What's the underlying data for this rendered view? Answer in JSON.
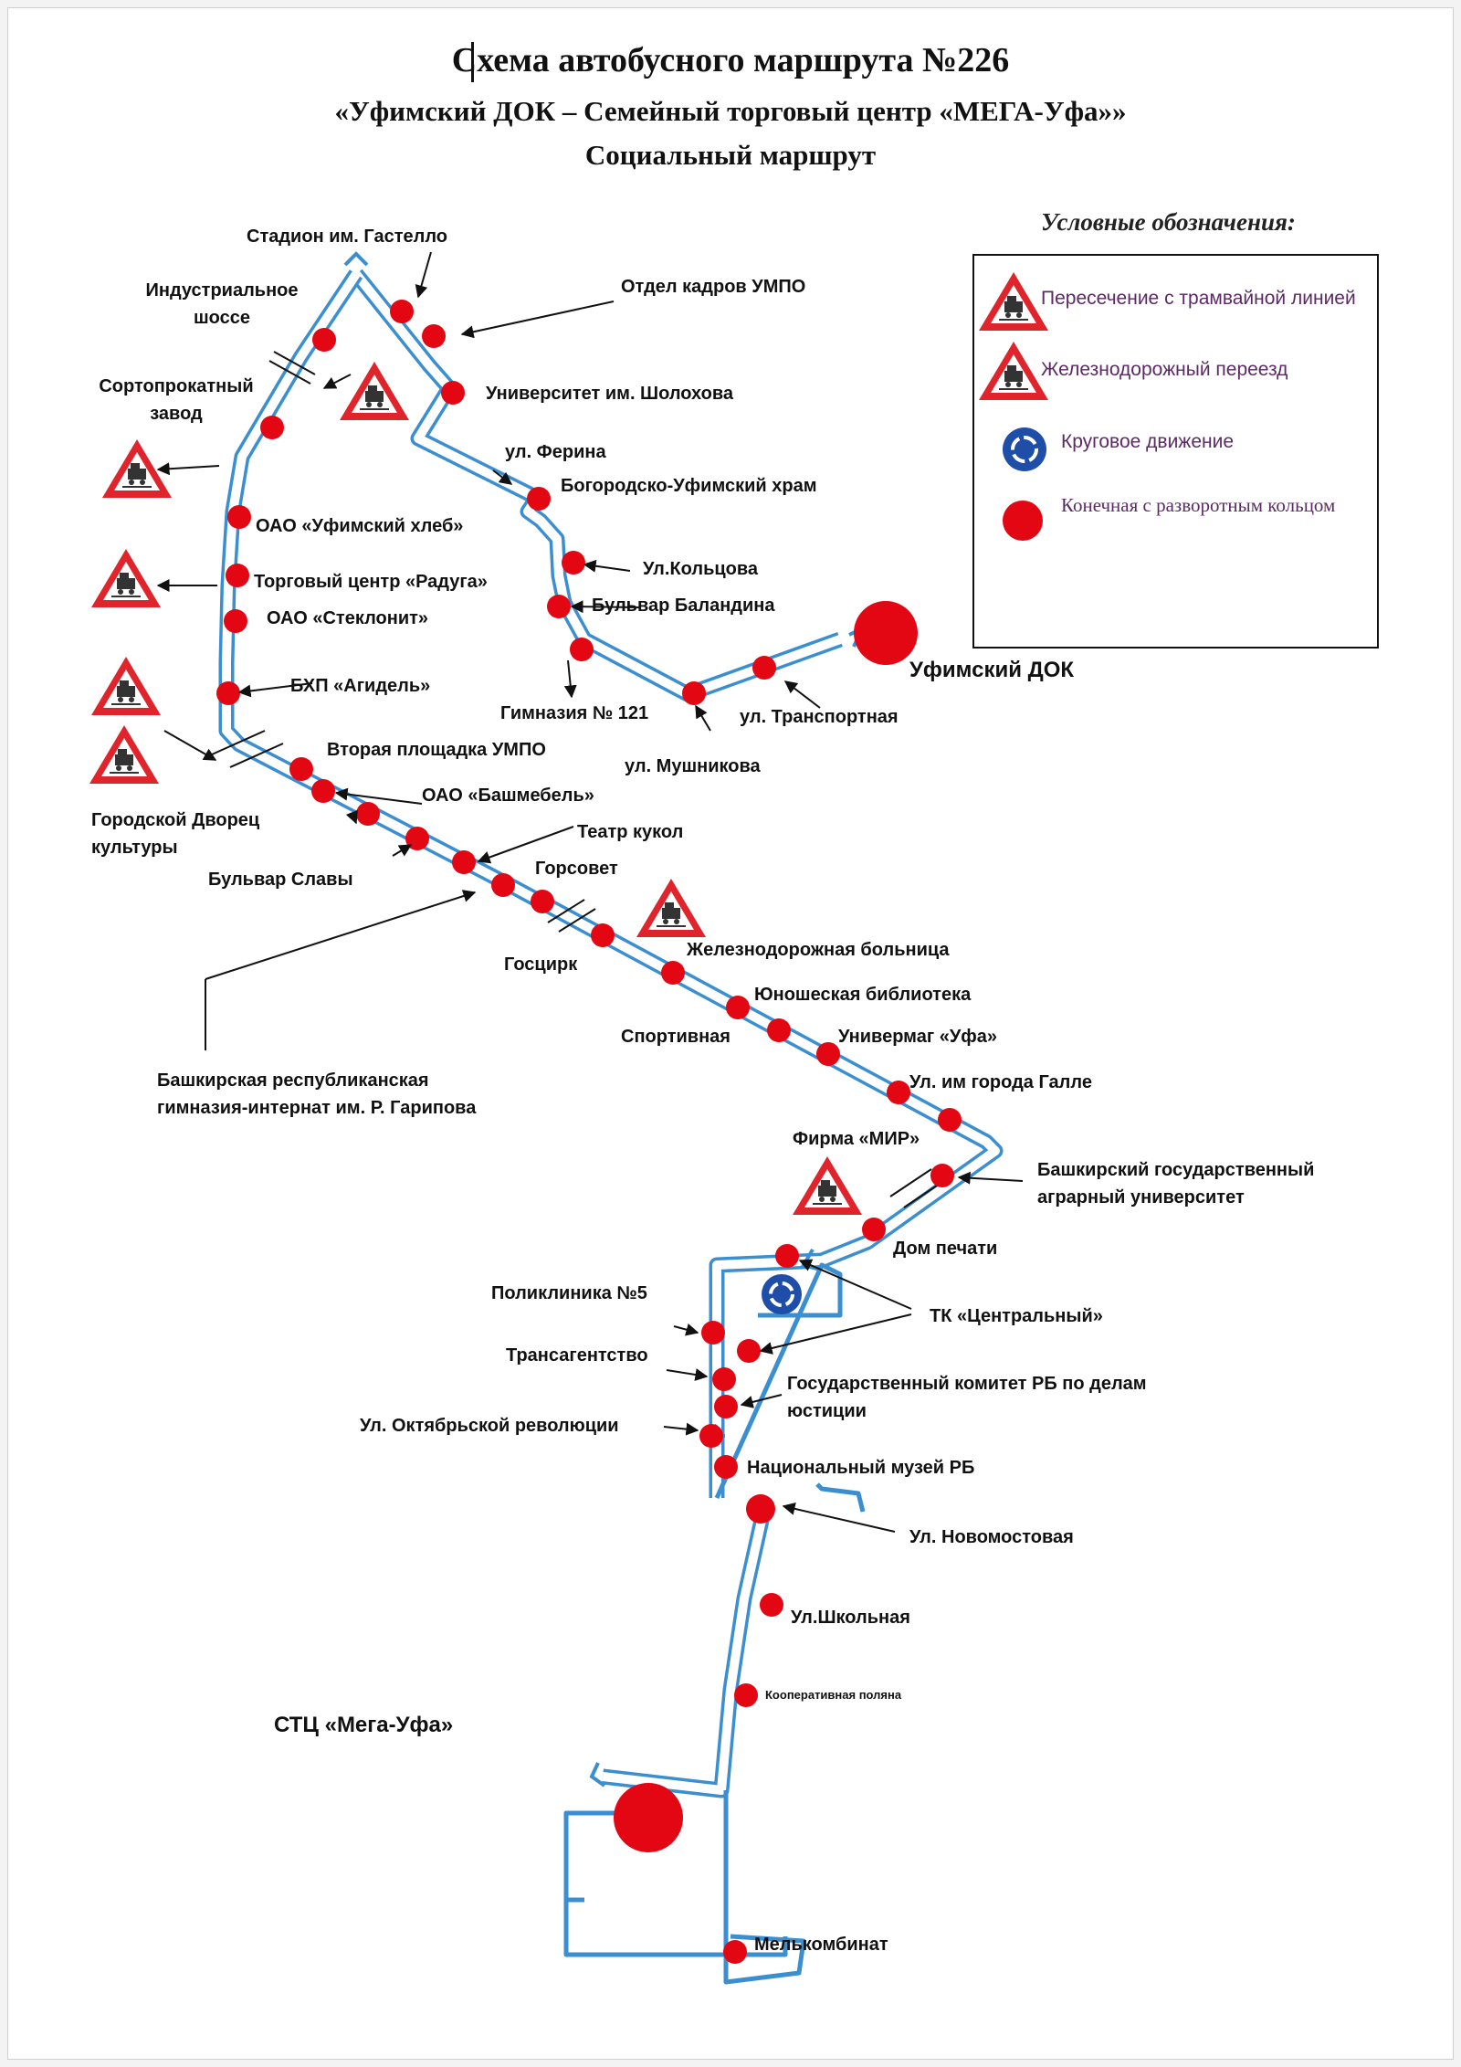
{
  "header": {
    "title": "Схема автобусного маршрута №226",
    "subtitle": "«Уфимский ДОК – Семейный торговый центр «МЕГА-Уфа»»",
    "type": "Социальный маршрут"
  },
  "legend": {
    "title": "Условные обозначения:",
    "items": [
      {
        "label": "Пересечение с трамвайной линией",
        "icon": "tram-crossing-icon"
      },
      {
        "label": "Железнодорожный переезд",
        "icon": "railway-crossing-icon"
      },
      {
        "label": "Круговое движение",
        "icon": "roundabout-icon"
      },
      {
        "label": "Конечная с разворотным кольцом",
        "icon": "terminal-loop-icon"
      }
    ]
  },
  "colors": {
    "route": "#3b8fd1",
    "stop": "#e30613",
    "warning": "#e0242b"
  },
  "terminals": [
    "Уфимский ДОК",
    "СТЦ «Мега-Уфа»"
  ],
  "stops": [
    "Стадион им. Гастелло",
    "Индустриальное шоссе",
    "Отдел кадров УМПО",
    "Университет им. Шолохова",
    "Сортопрокатный завод",
    "ул. Ферина",
    "Богородско-Уфимский храм",
    "ОАО «Уфимский хлеб»",
    "Ул.Кольцова",
    "Торговый центр «Радуга»",
    "ОАО «Стеклонит»",
    "Бульвар Баландина",
    "БХП «Агидель»",
    "Гимназия № 121",
    "ул. Транспортная",
    "ул. Мушникова",
    "Вторая площадка УМПО",
    "ОАО «Башмебель»",
    "Городской Дворец культуры",
    "Театр кукол",
    "Бульвар Славы",
    "Горсовет",
    "Госцирк",
    "Железнодорожная больница",
    "Юношеская библиотека",
    "Спортивная",
    "Универмаг «Уфа»",
    "Башкирская республиканская гимназия-интернат им. Р. Гарипова",
    "Ул. им города Галле",
    "Фирма «МИР»",
    "Башкирский государственный аграрный университет",
    "Дом печати",
    "Поликлиника №5",
    "ТК «Центральный»",
    "Трансагентство",
    "Государственный комитет РБ по делам юстиции",
    "Ул. Октябрьской революции",
    "Национальный музей РБ",
    "Ул. Новомостовая",
    "Ул.Школьная",
    "Кооперативная поляна",
    "Мелькомбинат"
  ]
}
